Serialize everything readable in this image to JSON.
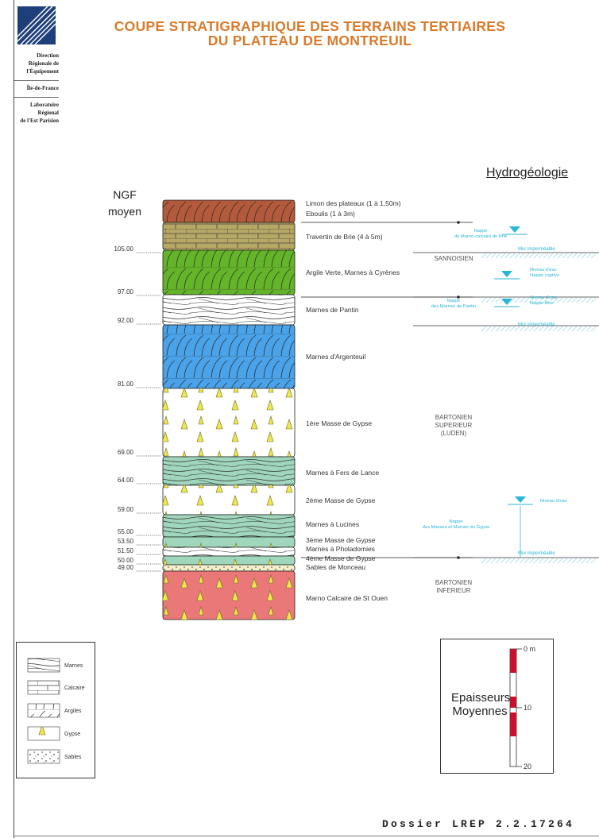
{
  "header": {
    "title_line1": "COUPE STRATIGRAPHIQUE DES TERRAINS TERTIAIRES",
    "title_line2": "DU PLATEAU DE MONTREUIL",
    "org_lines": [
      "Direction",
      "Régionale de",
      "l'Équipement",
      "Île-de-France",
      "Laboratoire",
      "Régional",
      "de l'Est Parisien"
    ]
  },
  "section": {
    "hydro_title": "Hydrogéologie",
    "ngf_label_line1": "NGF",
    "ngf_label_line2": "moyen",
    "elevations": [
      "105.00",
      "97.00",
      "92.00",
      "81.00",
      "69.00",
      "64.00",
      "59.00",
      "55.00",
      "53.50",
      "51.50",
      "50.00",
      "49.00"
    ],
    "layers": [
      {
        "name": "Limon des plateaux (1 à 1,50m)",
        "pattern": "argile",
        "color": "#b45a3c"
      },
      {
        "name": "Eboulis (1 à 3m)",
        "pattern": "none",
        "color": "#b45a3c"
      },
      {
        "name": "Travertin de Brie (4 à 5m)",
        "pattern": "calcaire",
        "color": "#b7a764"
      },
      {
        "name": "Argile Verte, Marnes à Cyrènes",
        "pattern": "argile",
        "color": "#64b42a"
      },
      {
        "name": "Marnes de Pantin",
        "pattern": "marnes",
        "color": "#ffffff"
      },
      {
        "name": "Marnes d'Argenteuil",
        "pattern": "argile",
        "color": "#4aa2e8"
      },
      {
        "name": "1ère Masse de Gypse",
        "pattern": "gypse",
        "color": "#ffffff"
      },
      {
        "name": "Marnes à Fers de Lance",
        "pattern": "marnes",
        "color": "#9fd6bc"
      },
      {
        "name": "2ème Masse de Gypse",
        "pattern": "gypse",
        "color": "#ffffff"
      },
      {
        "name": "Marnes à Lucines",
        "pattern": "marnes",
        "color": "#9fd6bc"
      },
      {
        "name": "3ème Masse de Gypse",
        "pattern": "gypse",
        "color": "#9fd6bc"
      },
      {
        "name": "Marnes à Pholadomies",
        "pattern": "marnes",
        "color": "#ffffff"
      },
      {
        "name": "4ème Masse de Gypse",
        "pattern": "gypse",
        "color": "#9fd6bc"
      },
      {
        "name": "Sables de Monceau",
        "pattern": "sables",
        "color": "#f3efcc"
      },
      {
        "name": "Marno Calcaire de St Ouen",
        "pattern": "gypse",
        "color": "#eb7878"
      }
    ],
    "stages": [
      {
        "lines": [
          "SANNOISIEN"
        ]
      },
      {
        "lines": [
          "BARTONIEN",
          "SUPERIEUR",
          "(LUDEN)"
        ]
      },
      {
        "lines": [
          "BARTONIEN",
          "INFERIEUR"
        ]
      }
    ],
    "hydro_notes": [
      {
        "lines": [
          "Nappe",
          "du Marno-calcaire de Brie"
        ]
      },
      {
        "lines": [
          "Niveau d'eau",
          "Nappe captive"
        ]
      },
      {
        "lines": [
          "Nappe",
          "des Marnes de Pantin"
        ]
      },
      {
        "lines": [
          "Niveau d'eau",
          "Nappe libre"
        ]
      },
      {
        "lines": [
          "Niveau d'eau"
        ]
      },
      {
        "lines": [
          "Nappe",
          "des Masses et Marnes du Gypse"
        ]
      }
    ],
    "impermeable_label": "Mur imperméable",
    "hydro_color": "#29b6d6"
  },
  "legend": {
    "items": [
      {
        "label": "Marnes",
        "pattern": "marnes"
      },
      {
        "label": "Calcaire",
        "pattern": "calcaire"
      },
      {
        "label": "Argiles",
        "pattern": "argile"
      },
      {
        "label": "Gypse",
        "pattern": "gypse"
      },
      {
        "label": "Sables",
        "pattern": "sables"
      }
    ]
  },
  "thickness": {
    "title_line1": "Epaisseurs",
    "title_line2": "Moyennes",
    "scale_labels": [
      "0 m",
      "10",
      "20"
    ],
    "colors": [
      "#c8102e",
      "#ffffff"
    ]
  },
  "footer": {
    "dossier": "Dossier LREP 2.2.17264"
  }
}
